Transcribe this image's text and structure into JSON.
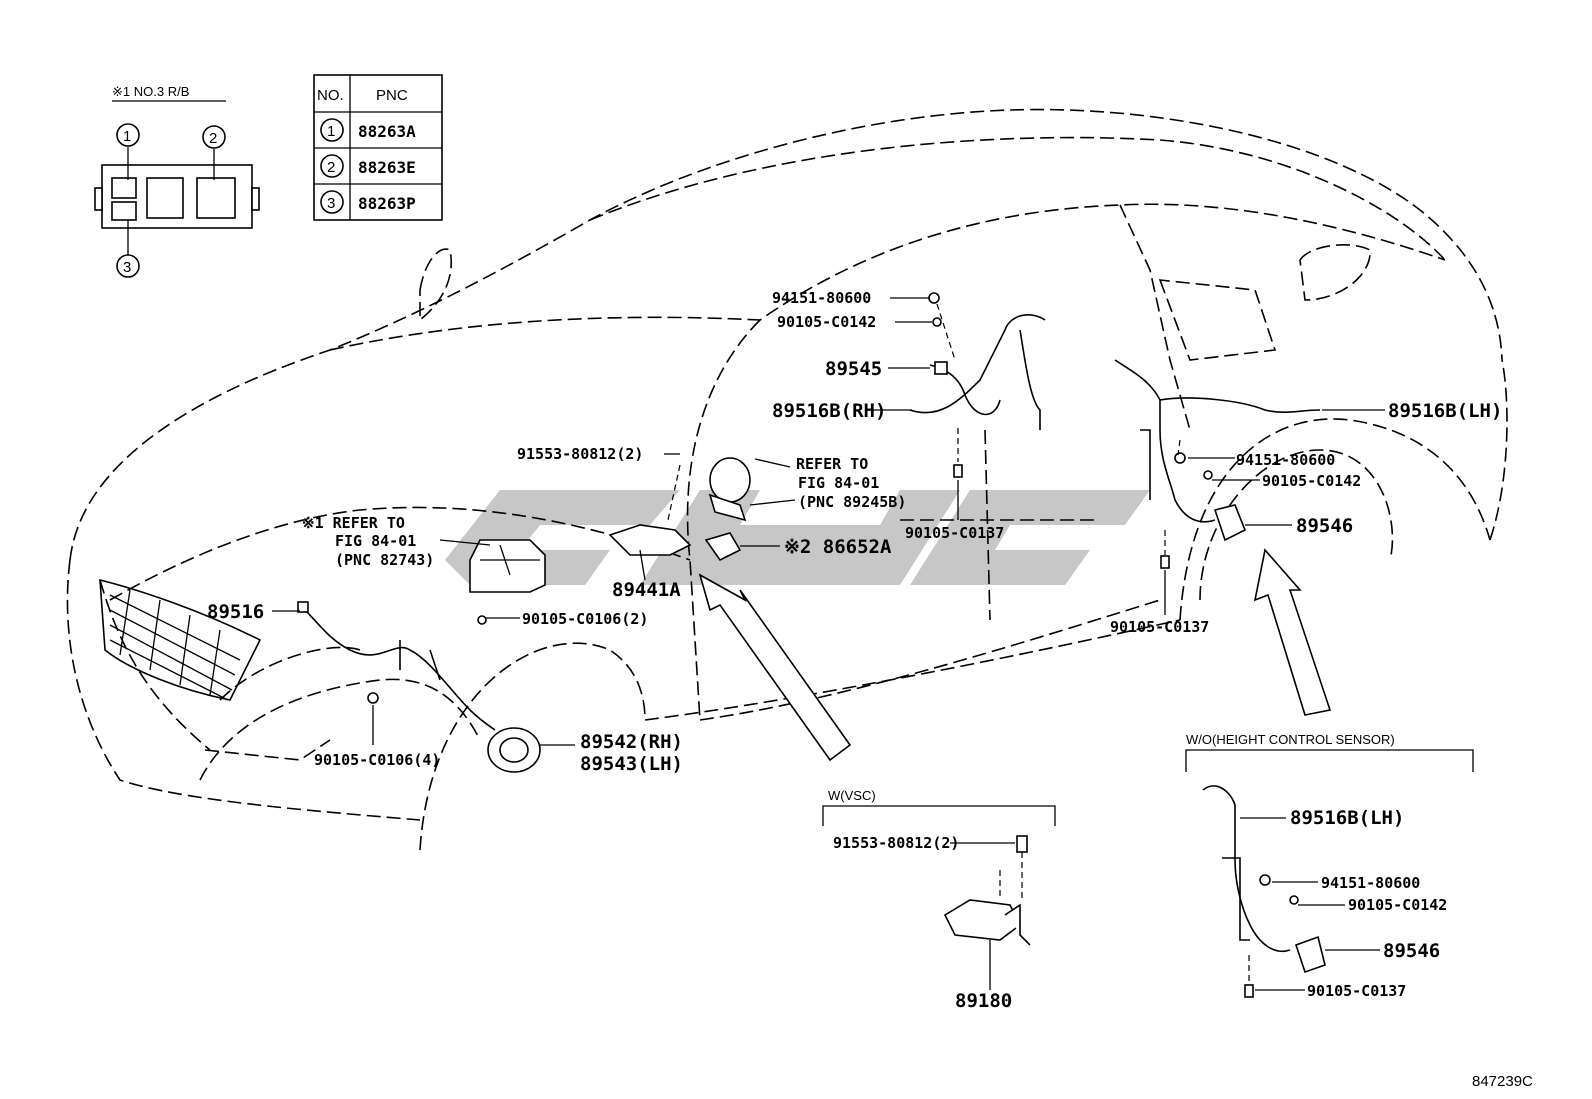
{
  "relay_box": {
    "title": "※1 NO.3 R/B",
    "callouts": [
      "1",
      "2",
      "3"
    ]
  },
  "pnc_table": {
    "header_no": "NO.",
    "header_pnc": "PNC",
    "rows": [
      {
        "no": "1",
        "pnc": "88263A"
      },
      {
        "no": "2",
        "pnc": "88263E"
      },
      {
        "no": "3",
        "pnc": "88263P"
      }
    ]
  },
  "labels": {
    "p94151_top": "94151-80600",
    "p90105_c0142_top": "90105-C0142",
    "p89545": "89545",
    "p89516b_rh": "89516B(RH)",
    "p89516b_lh": "89516B(LH)",
    "p91553_top": "91553-80812(2)",
    "refer_to": "REFER TO",
    "fig_8401": "FIG 84-01",
    "pnc_89245b": "(PNC 89245B)",
    "p94151_mid": "94151-80600",
    "p90105_c0142_mid": "90105-C0142",
    "p90105_c0137_mid": "90105-C0137",
    "p89546": "89546",
    "ref1_line1": "※1 REFER TO",
    "ref1_line2": "FIG 84-01",
    "ref1_line3": "(PNC 82743)",
    "p86652a": "※2 86652A",
    "p89441a": "89441A",
    "p89516": "89516",
    "p90105_c0106_2": "90105-C0106(2)",
    "p90105_c0137_low": "90105-C0137",
    "p89542_rh": "89542(RH)",
    "p89543_lh": "89543(LH)",
    "p90105_c0106_4": "90105-C0106(4)"
  },
  "inset_vsc": {
    "title": "W(VSC)",
    "bolt": "91553-80812(2)",
    "unit": "89180"
  },
  "inset_height": {
    "title": "W/O(HEIGHT CONTROL SENSOR)",
    "sensor": "89516B(LH)",
    "nut": "94151-80600",
    "bolt": "90105-C0142",
    "link": "89546",
    "bolt2": "90105-C0137"
  },
  "figure_id": "847239C"
}
